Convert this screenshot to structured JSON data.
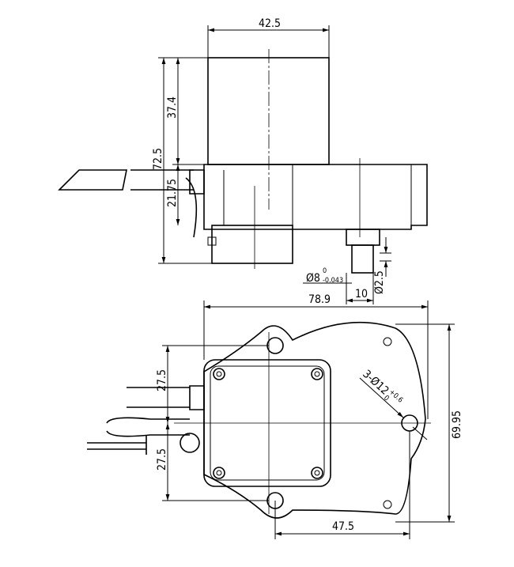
{
  "top_view": {
    "dims": {
      "motor_width": "42.5",
      "motor_height": "37.4",
      "total_height": "72.5",
      "gearbox_height": "21.75",
      "shaft_dia": "Ø8",
      "shaft_tol_upper": "0",
      "shaft_tol_lower": "-0.043",
      "shaft_length": "10",
      "flat_depth": "Ø2.5"
    }
  },
  "bottom_view": {
    "dims": {
      "total_width": "78.9",
      "total_height": "69.95",
      "upper_offset": "27.5",
      "lower_offset": "27.5",
      "hole_spacing": "47.5",
      "holes_main": "3-Ø12",
      "holes_tol_upper": "+0.6",
      "holes_tol_lower": "0"
    }
  }
}
